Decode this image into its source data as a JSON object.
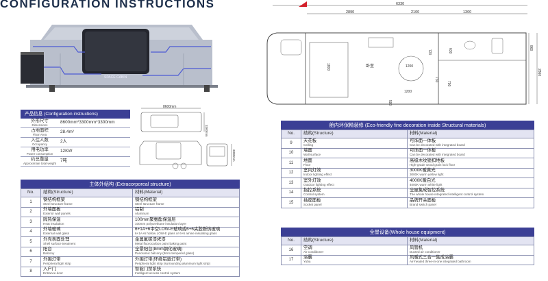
{
  "title": "CONFIGURATION INSTRUCTIONS",
  "render_brand": "SPACE CABIN",
  "product_info": {
    "heading": "产品信息 (Configuration instructions)",
    "rows": [
      {
        "cn": "外形尺寸",
        "en": "Dimensions",
        "value": "8600mm*3300mm*3300mm"
      },
      {
        "cn": "占地面积",
        "en": "Floor Area",
        "value": "28.4m²"
      },
      {
        "cn": "入住人数",
        "en": "Occupancy",
        "value": "2人"
      },
      {
        "cn": "用电功率",
        "en": "Power consumption",
        "value": "12KW"
      },
      {
        "cn": "约总重量",
        "en": "Approximate total weight",
        "value": "7吨"
      }
    ]
  },
  "side_dims": {
    "length": "8600mm",
    "height": "3300mm",
    "width": "3300mm"
  },
  "floor_plan": {
    "dims_top": [
      "6330",
      "2890",
      "2100",
      "1300"
    ],
    "dims_right": [
      "860",
      "2860"
    ],
    "dims_inner": [
      "1800",
      "1200",
      "1200",
      "720",
      "730",
      "790",
      "590",
      "630"
    ],
    "room_label": "卧室"
  },
  "eco_table": {
    "heading": "舱内环保精装修 (Eco-friendly fine decoration inside Structural materials)",
    "col_no": "No.",
    "col_structure": "结构(Structure)",
    "col_material": "材料(Material)",
    "rows": [
      {
        "no": "9",
        "s_cn": "天花板",
        "s_en": "Ceiling",
        "m_cn": "可饰面一体板",
        "m_en": "Can be decorated with integrated board"
      },
      {
        "no": "10",
        "s_cn": "墙面",
        "s_en": "Wall surface",
        "m_cn": "可饰面一体板",
        "m_en": "Can be decorated with integrated board"
      },
      {
        "no": "11",
        "s_cn": "地面",
        "s_en": "Floor",
        "m_cn": "高级木纹锁扣地板",
        "m_en": "High-grade wood grain lock floor"
      },
      {
        "no": "12",
        "s_cn": "室内灯效",
        "s_en": "Indoor lighting effect",
        "m_cn": "3000K暖黄光",
        "m_en": "3000K warm yellow light"
      },
      {
        "no": "13",
        "s_cn": "室外灯效",
        "s_en": "Outdoor lighting effect",
        "m_cn": "4000K暖白光",
        "m_en": "4000K warm white light"
      },
      {
        "no": "14",
        "s_cn": "指控系统",
        "s_en": "Control system",
        "m_cn": "全屋集成智控系统",
        "m_en": "The whole house integrated intelligent control system"
      },
      {
        "no": "15",
        "s_cn": "插座面板",
        "s_en": "Socket panel",
        "m_cn": "品牌开关面板",
        "m_en": "Brand switch panel"
      }
    ]
  },
  "exterior_table": {
    "heading": "主体外结构 (Extracorporeal structure)",
    "col_no": "No.",
    "col_structure": "结构(Structure)",
    "col_material": "材料(Material)",
    "rows": [
      {
        "no": "1",
        "s_cn": "钢结构框架",
        "s_en": "Steel structure frame",
        "m_cn": "钢结构框架",
        "m_en": "Steel structure frame"
      },
      {
        "no": "2",
        "s_cn": "外墙面板",
        "s_en": "Exterior wall panels",
        "m_cn": "铝制",
        "m_en": "Aluminum"
      },
      {
        "no": "3",
        "s_cn": "隔热保温",
        "s_en": "Heat insulation",
        "m_cn": "100mm聚氨酯保温层",
        "m_en": "100mm polyurethane insulation layer"
      },
      {
        "no": "4",
        "s_cn": "外墙玻璃",
        "s_en": "External wall glass",
        "m_cn": "6+1A+6中空LOW-E玻璃或6+6夹胶断热玻璃",
        "m_en": "6+1A+6 hollow LOW-E glass or 6+6 amine insulating glass"
      },
      {
        "no": "5",
        "s_cn": "外壳表面处理",
        "s_en": "Shell surface treatment",
        "m_cn": "金属氟碳漆烤漆",
        "m_en": "Metal fluorocarbon paint baking paint"
      },
      {
        "no": "6",
        "s_cn": "阳台",
        "s_en": "Balcony",
        "m_cn": "全景阳台(8mm钢化玻璃)",
        "m_en": "Panoramic balcony (8mm tempered glass)"
      },
      {
        "no": "7",
        "s_cn": "外围灯带",
        "s_en": "Peripheral light strip",
        "m_cn": "外围灯带(环绕铝嵌灯带)",
        "m_en": "Peripheral light strip (surrounding aluminum light strip)"
      },
      {
        "no": "8",
        "s_cn": "入户门",
        "s_en": "Entrance door",
        "m_cn": "智能门禁系统",
        "m_en": "Intelligent access control system"
      }
    ]
  },
  "equipment_table": {
    "heading": "全屋设备(Whole house equipment)",
    "col_no": "No.",
    "col_structure": "结构(Structure)",
    "col_material": "材料(Material)",
    "rows": [
      {
        "no": "16",
        "s_cn": "空调",
        "s_en": "Air conditioner",
        "m_cn": "风管机",
        "m_en": "Ducted air conditioner"
      },
      {
        "no": "17",
        "s_cn": "浴霸",
        "s_en": "Yuba",
        "m_cn": "风暖式三合一集成浴霸",
        "m_en": "Air-heated three-in-one integrated bathroom"
      }
    ]
  },
  "colors": {
    "header_blue": "#3b3f95",
    "title_navy": "#1c2e4a",
    "accent_red": "#d4202b"
  }
}
